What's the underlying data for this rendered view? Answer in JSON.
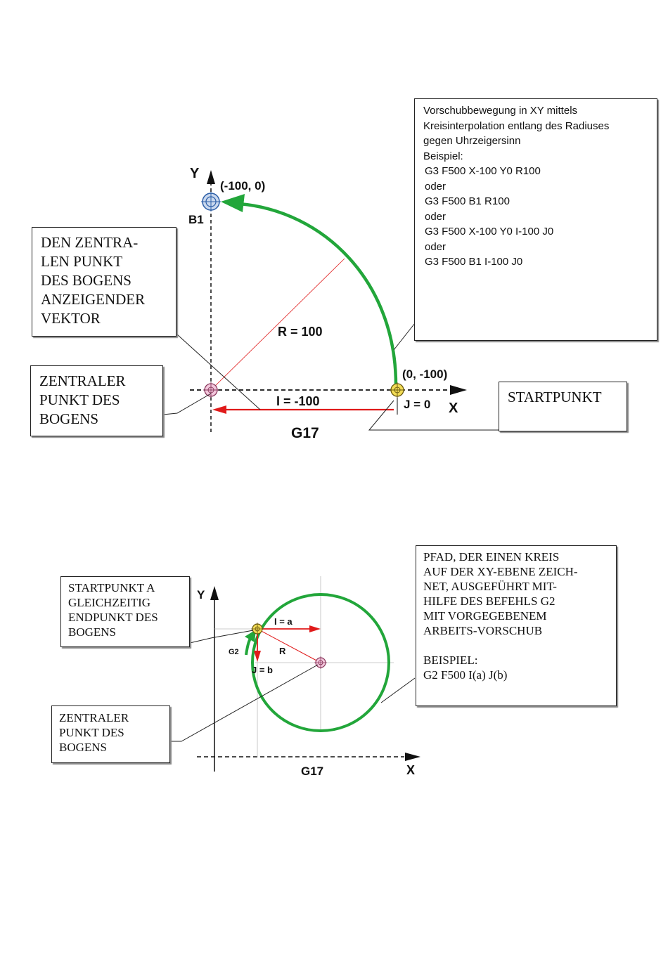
{
  "diagram1": {
    "axis_y": "Y",
    "axis_x": "X",
    "point_b1_coord": "(-100, 0)",
    "point_b1_label": "B1",
    "start_coord": "(0, -100)",
    "radius_label": "R = 100",
    "i_label": "I = -100",
    "j_label": "J = 0",
    "plane_label": "G17",
    "info_box": {
      "lines": [
        "Vorschubbewegung in XY mittels",
        "Kreisinterpolation entlang des Radiuses",
        "gegen Uhrzeigersinn",
        "Beispiel:",
        "G3 F500 X-100 Y0 R100",
        "oder",
        "G3 F500 B1 R100",
        "oder",
        "G3 F500 X-100 Y0 I-100 J0",
        "oder",
        "G3 F500 B1 I-100 J0"
      ]
    },
    "vector_box": {
      "lines": [
        "DEN ZENTRA-",
        "LEN PUNKT",
        "DES BOGENS",
        "ANZEIGENDER",
        "VEKTOR"
      ]
    },
    "center_box": {
      "lines": [
        "ZENTRALER",
        "PUNKT DES",
        "BOGENS"
      ]
    },
    "start_box": {
      "lines": [
        "STARTPUNKT"
      ]
    }
  },
  "diagram2": {
    "axis_y": "Y",
    "axis_x": "X",
    "i_label": "I = a",
    "j_label": "J = b",
    "radius_label": "R",
    "g2_label": "G2",
    "plane_label": "G17",
    "start_box": {
      "lines": [
        "STARTPUNKT A",
        "GLEICHZEITIG",
        "ENDPUNKT DES",
        "BOGENS"
      ]
    },
    "center_box": {
      "lines": [
        "ZENTRALER",
        "PUNKT DES",
        "BOGENS"
      ]
    },
    "path_box": {
      "lines": [
        "PFAD, DER EINEN KREIS",
        "AUF DER XY-EBENE ZEICH-",
        "NET, AUSGEFÜHRT MIT-",
        "HILFE DES BEFEHLS  G2",
        "MIT VORGEGEBENEM",
        "ARBEITS-VORSCHUB",
        "",
        "BEISPIEL:",
        "G2 F500 I(a) J(b)"
      ]
    }
  },
  "colors": {
    "arc": "#22a63a",
    "vector": "#e01a1a",
    "axis": "#111111",
    "point_yellow": "#e8c21a",
    "point_pink": "#d46a9c",
    "point_blue": "#2d5fa8"
  }
}
